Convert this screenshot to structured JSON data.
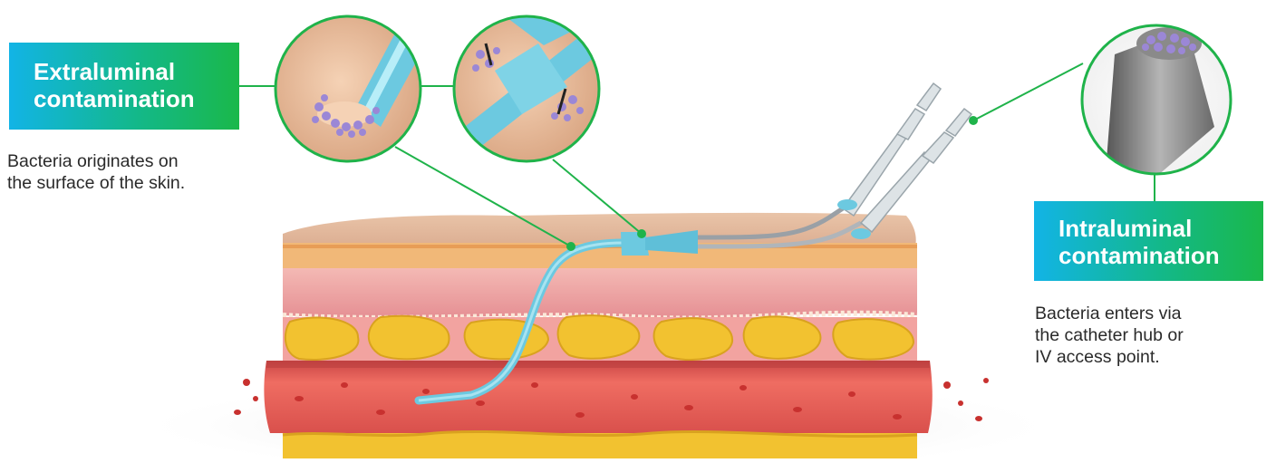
{
  "extraluminal": {
    "title_line1": "Extraluminal",
    "title_line2": "contamination",
    "desc_line1": "Bacteria originates on",
    "desc_line2": "the surface of the skin."
  },
  "intraluminal": {
    "title_line1": "Intraluminal",
    "title_line2": "contamination",
    "desc_line1": "Bacteria enters via",
    "desc_line2": "the catheter hub or",
    "desc_line3": "IV access point."
  },
  "colors": {
    "label_gradient_start": "#12b4e6",
    "label_gradient_end": "#1ab84a",
    "leader_line": "#1fb34a",
    "skin": "#f2c9a8",
    "fat": "#f2c230",
    "vein": "#e85a58",
    "catheter": "#6cc9e0",
    "bacteria": "#9b87d6"
  }
}
